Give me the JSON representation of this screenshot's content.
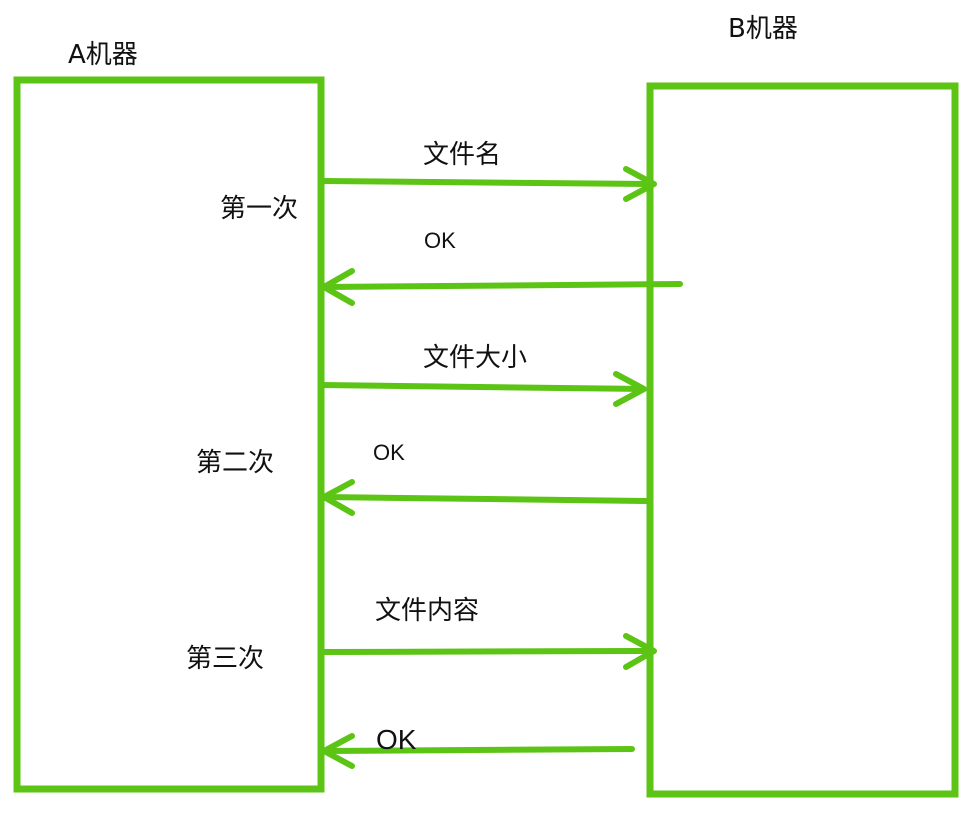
{
  "colors": {
    "line": "#5cc414",
    "text": "#111111",
    "background": "#ffffff"
  },
  "machines": {
    "a": {
      "title": "A机器"
    },
    "b": {
      "title": "B机器"
    }
  },
  "rounds": [
    {
      "label": "第一次",
      "request": "文件名",
      "response": "OK"
    },
    {
      "label": "第二次",
      "request": "文件大小",
      "response": "OK"
    },
    {
      "label": "第三次",
      "request": "文件内容",
      "response": "OK"
    }
  ]
}
